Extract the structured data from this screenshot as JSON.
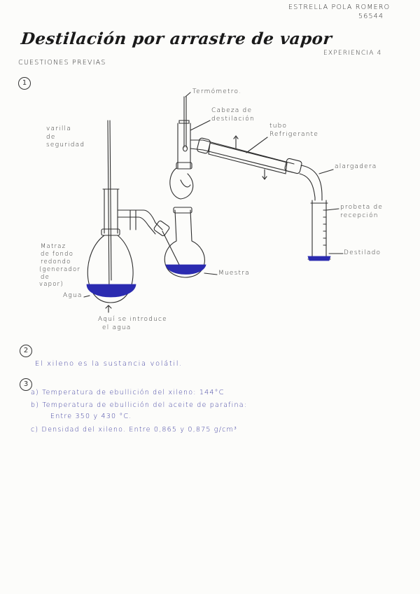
{
  "header": {
    "author": "ESTRELLA POLA ROMERO",
    "id": "56544",
    "title": "Destilación por arrastre de vapor",
    "subtitle_right": "EXPERIENCIA 4",
    "section": "CUESTIONES PREVIAS"
  },
  "q1": {
    "number": "1",
    "labels": {
      "termometro": "Termómetro.",
      "cabeza_1": "Cabeza de",
      "cabeza_2": "destilación",
      "tubo_1": "tubo",
      "tubo_2": "Refrigerante",
      "varilla_1": "varilla",
      "varilla_2": "de",
      "varilla_3": "seguridad",
      "alargadera": "alargadera",
      "probeta_1": "probeta de",
      "probeta_2": "recepción",
      "matraz_1": "Matraz",
      "matraz_2": "de fondo",
      "matraz_3": "redondo",
      "matraz_4": "(generador",
      "matraz_5": "de",
      "matraz_6": "vapor)",
      "destilado": "Destilado",
      "muestra": "Muestra",
      "agua": "Agua",
      "aqui_1": "Aquí se introduce",
      "aqui_2": "el agua"
    }
  },
  "q2": {
    "number": "2",
    "answer": "El xileno es la sustancia volátil."
  },
  "q3": {
    "number": "3",
    "a": "a) Temperatura de ebullición del xileno: 144°C",
    "b1": "b) Temperatura de ebullición del aceite de parafina:",
    "b2": "Entre 350 y 430 °C.",
    "c": "c) Densidad del xileno. Entre 0,865 y 0,875 g/cm³"
  },
  "colors": {
    "ink_blue": "#3a3a9e",
    "ink_black": "#2b2b2b",
    "liquid": "#2b2bb0"
  }
}
